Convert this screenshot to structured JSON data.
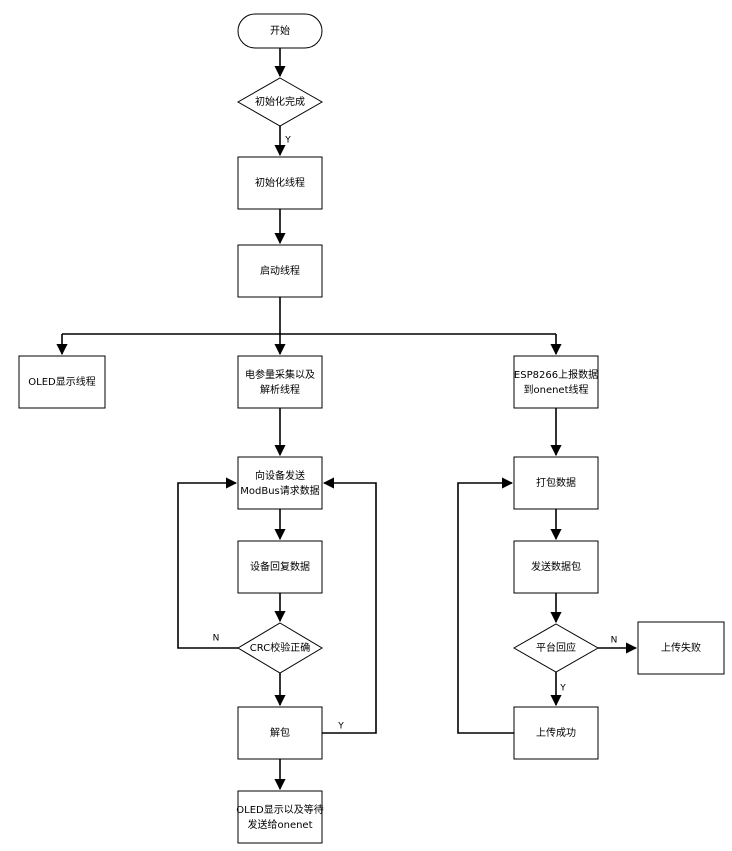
{
  "nodes": {
    "start": "开始",
    "init_done": "初始化完成",
    "init_thread": "初始化线程",
    "start_thread": "启动线程",
    "oled_thread": "OLED显示线程",
    "collect_line1": "电参量采集以及",
    "collect_line2": "解析线程",
    "esp_line1": "ESP8266上报数据",
    "esp_line2": "到onenet线程",
    "send_req_line1": "向设备发送",
    "send_req_line2": "ModBus请求数据",
    "device_reply": "设备回复数据",
    "crc_check": "CRC校验正确",
    "unpack": "解包",
    "oled_wait_line1": "OLED显示以及等待",
    "oled_wait_line2": "发送给onenet",
    "pack_data": "打包数据",
    "send_packet": "发送数据包",
    "platform_reply": "平台回应",
    "upload_fail": "上传失败",
    "upload_success": "上传成功"
  },
  "edge_labels": {
    "init_yes": "Y",
    "crc_no": "N",
    "unpack_yes": "Y",
    "platform_no": "N",
    "platform_yes": "Y"
  }
}
